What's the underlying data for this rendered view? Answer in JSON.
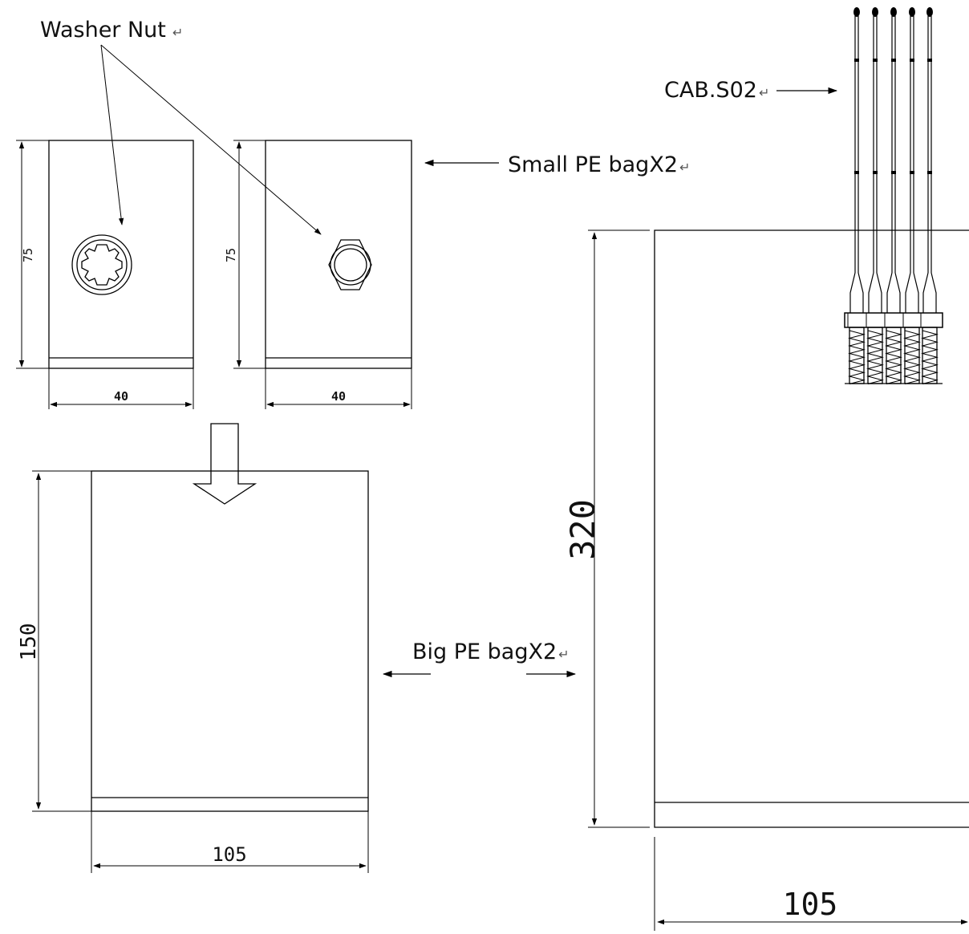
{
  "labels": {
    "washer_nut": "Washer Nut",
    "small_bag": "Small PE bagX2",
    "big_bag": "Big PE bagX2",
    "cable": "CAB.S02",
    "return_mark": "↵"
  },
  "dimensions": {
    "small_bag_height_1": "75",
    "small_bag_width_1": "40",
    "small_bag_height_2": "75",
    "small_bag_width_2": "40",
    "big_bag_height": "150",
    "big_bag_width": "105",
    "large_bag_height": "320",
    "large_bag_width": "105"
  }
}
